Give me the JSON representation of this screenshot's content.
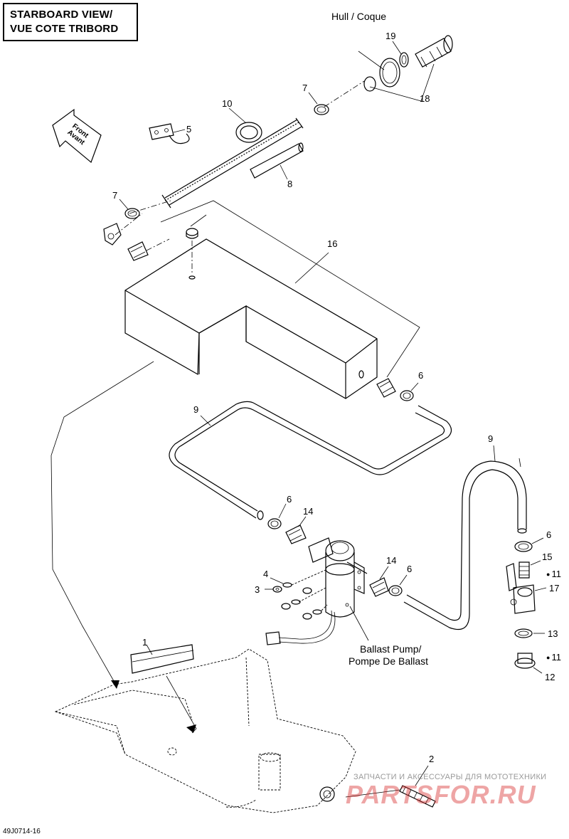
{
  "header": {
    "title_line1": "STARBOARD VIEW/",
    "title_line2": "VUE COTE TRIBORD"
  },
  "direction": {
    "line1": "Front",
    "line2": "Avant"
  },
  "labels": {
    "hull": "Hull / Coque",
    "ballast_pump_line1": "Ballast Pump/",
    "ballast_pump_line2": "Pompe De Ballast"
  },
  "callouts": {
    "c1": "1",
    "c2": "2",
    "c3": "3",
    "c4": "4",
    "c5": "5",
    "c6a": "6",
    "c6b": "6",
    "c6c": "6",
    "c6d": "6",
    "c7a": "7",
    "c7b": "7",
    "c8": "8",
    "c9a": "9",
    "c9b": "9",
    "c10": "10",
    "c11a": "11",
    "c11b": "11",
    "c12": "12",
    "c13": "13",
    "c14a": "14",
    "c14b": "14",
    "c15": "15",
    "c16": "16",
    "c17": "17",
    "c18": "18",
    "c19": "19"
  },
  "figure_code": "49J0714-16",
  "watermark": {
    "small": "ЗАПЧАСТИ И АКСЕССУАРЫ ДЛЯ МОТОТЕХНИКИ",
    "big": "PARTSFOR.RU"
  },
  "icons": {
    "fluid": "drop-icon"
  }
}
